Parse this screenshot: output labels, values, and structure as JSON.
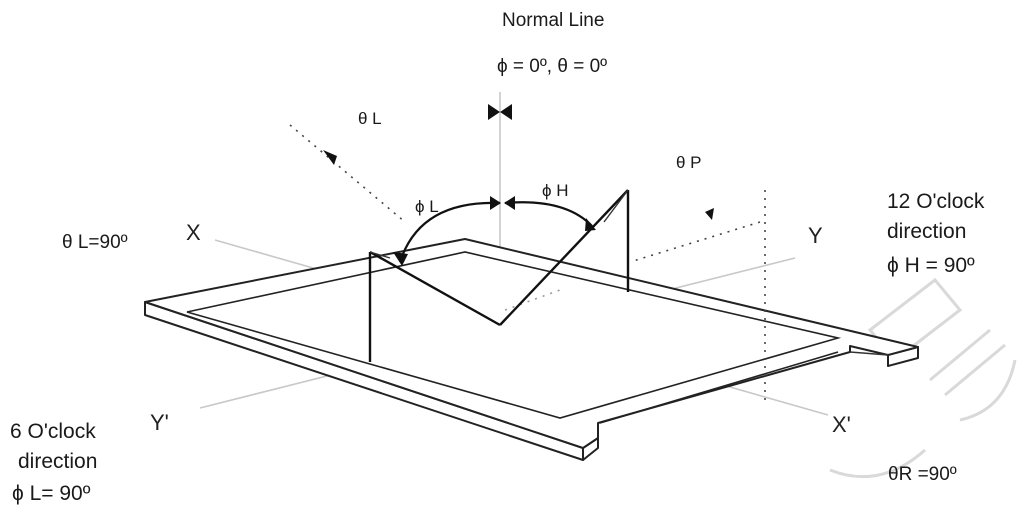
{
  "normal_line": {
    "title": "Normal Line",
    "angles": "ϕ = 0º, θ = 0º"
  },
  "axes": {
    "x": "X",
    "x_prime": "X'",
    "y": "Y",
    "y_prime": "Y'"
  },
  "angles": {
    "theta_l": "θ L",
    "theta_p": "θ P",
    "phi_l": "ϕ L",
    "phi_h": "ϕ H",
    "theta_l_90": "θ L=90º",
    "theta_r_90": "θR =90º"
  },
  "clock12": {
    "line1": "12 O'clock",
    "line2": "direction",
    "line3": "ϕ H = 90º"
  },
  "clock6": {
    "line1": "6 O'clock",
    "line2": "direction",
    "line3": "ϕ L= 90º"
  },
  "colors": {
    "ink": "#1a1a1a",
    "axis_gray": "#c8c8c8",
    "watermark": "#d9d9d9"
  }
}
